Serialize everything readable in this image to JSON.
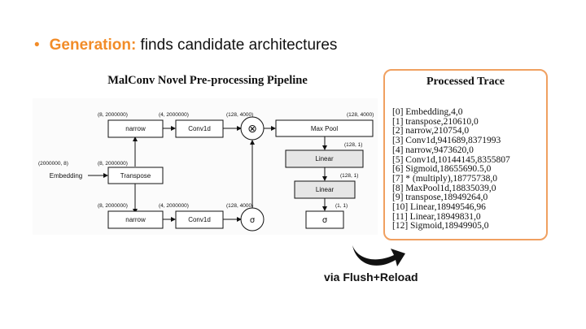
{
  "slide": {
    "bullet": "•",
    "keyword": "Generation:",
    "text": " finds candidate architectures"
  },
  "pipeline": {
    "title": "MalConv Novel Pre-processing Pipeline",
    "nodes": {
      "embedding": "Embedding",
      "transpose": "Transpose",
      "narrow_top": "narrow",
      "conv_top": "Conv1d",
      "mult": "⊗",
      "maxpool": "Max Pool",
      "linear1": "Linear",
      "linear2": "Linear",
      "sigma_right": "σ",
      "narrow_bottom": "narrow",
      "conv_bottom": "Conv1d",
      "sigma_bottom": "σ"
    },
    "shapes": {
      "input": "(2000000, 8)",
      "transpose_out": "(8, 2000000)",
      "narrow_top_in": "(8, 2000000)",
      "conv_top_in": "(4, 2000000)",
      "mult_top_in": "(128, 4000)",
      "maxpool_in": "(128, 4000)",
      "linear1_in": "(128, 1)",
      "linear2_in": "(128, 1)",
      "sigma_right_in": "(1, 1)",
      "narrow_bottom_in": "(8, 2000000)",
      "conv_bottom_in": "(4, 2000000)",
      "sigma_bottom_out": "(128, 4000)"
    }
  },
  "trace": {
    "title": "Processed Trace",
    "entries": [
      "[0] Embedding,4,0",
      "[1] transpose,210610,0",
      "[2] narrow,210754,0",
      "[3] Conv1d,941689,8371993",
      "[4] narrow,9473620,0",
      "[5] Conv1d,10144145,8355807",
      "[6] Sigmoid,18655690.5,0",
      "[7] * (multiply),18775738,0",
      "[8] MaxPool1d,18835039,0",
      "[9] transpose,18949264,0",
      "[10] Linear,18949546,96",
      "[11] Linear,18949831,0",
      "[12] Sigmoid,18949905,0"
    ]
  },
  "annotation": {
    "via": "via Flush+Reload"
  },
  "colors": {
    "accent": "#f28c28",
    "trace_border": "#f0a060",
    "gray_box": "#e6e6e6"
  }
}
